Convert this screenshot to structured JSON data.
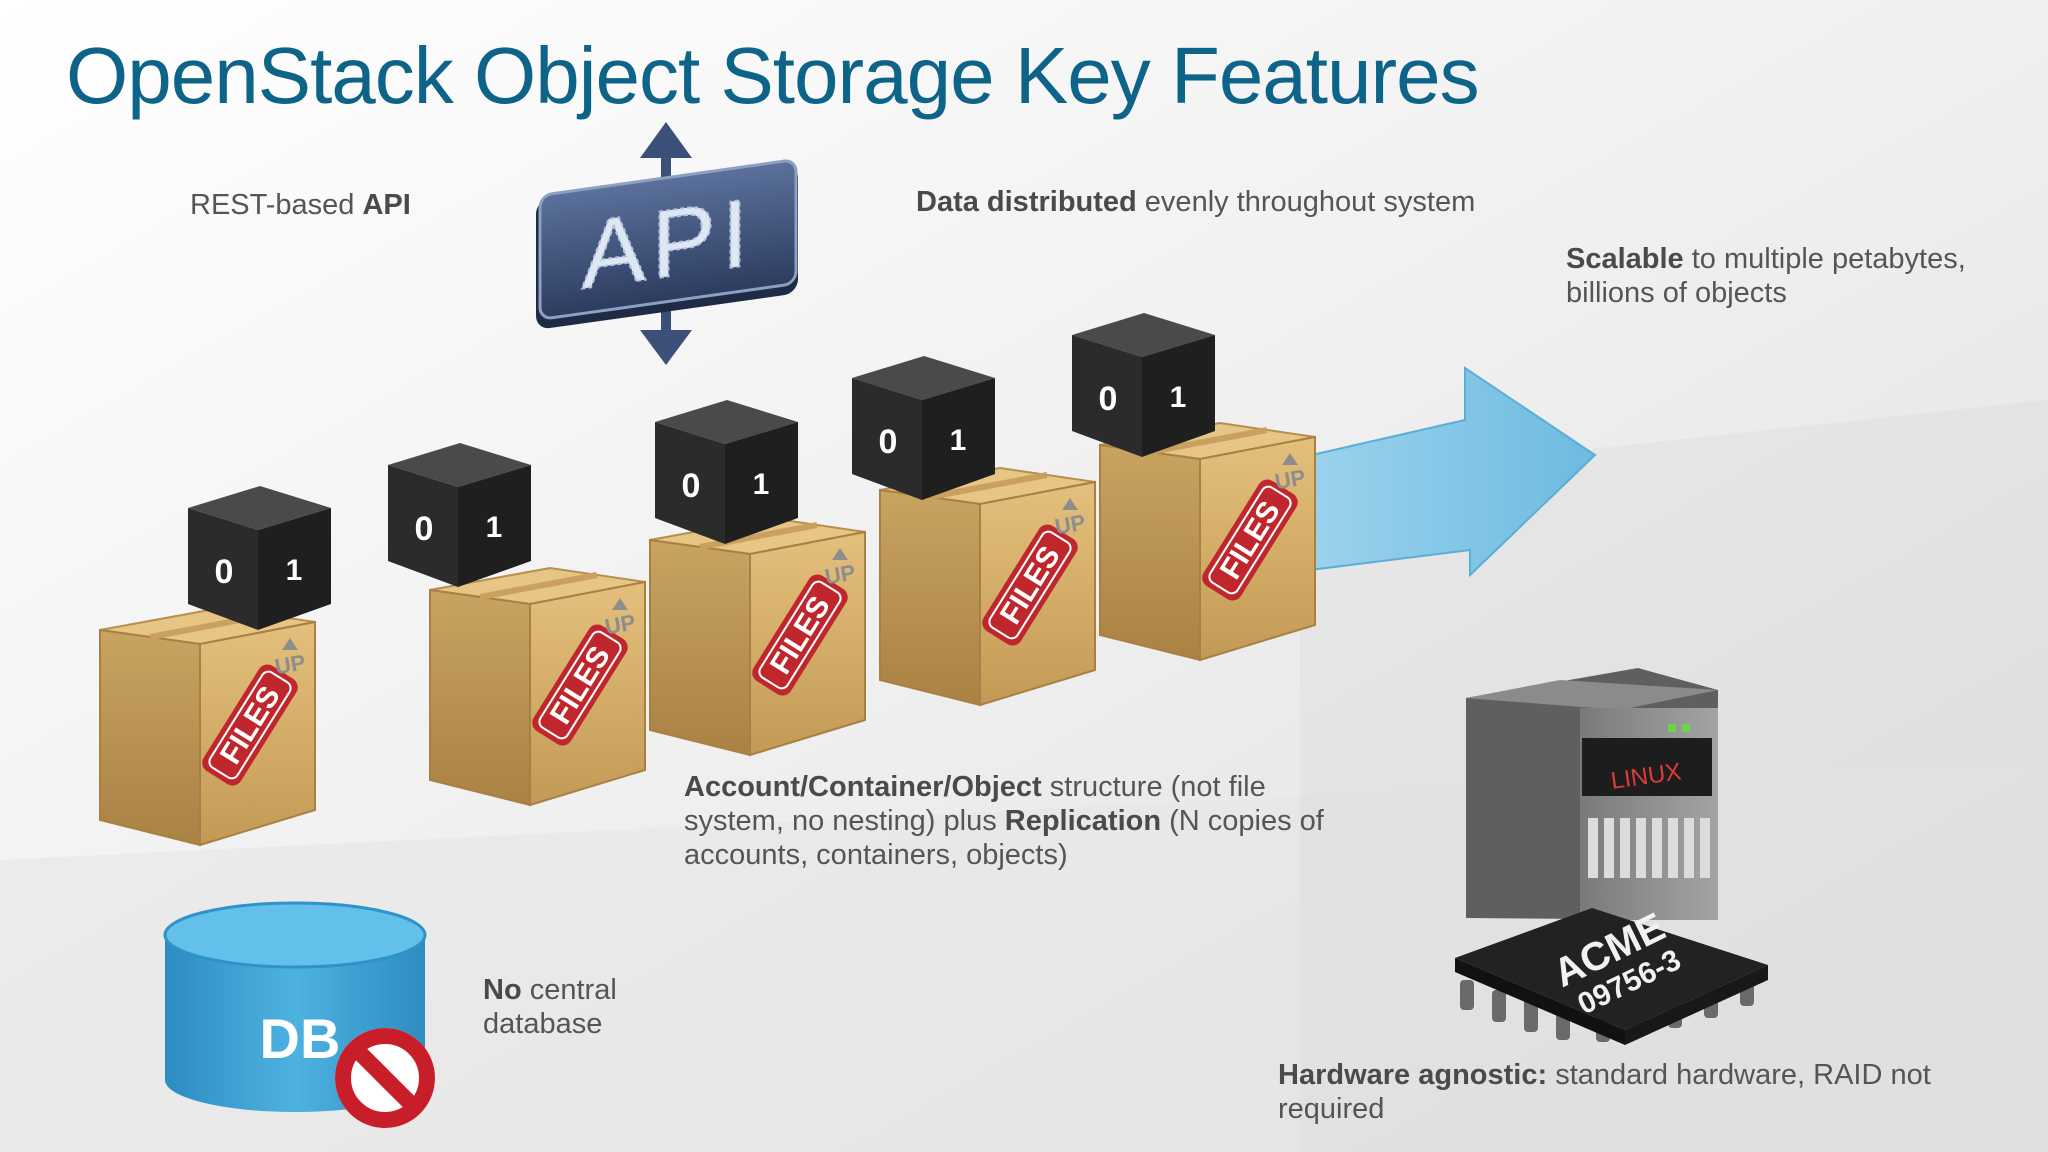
{
  "slide": {
    "title": "OpenStack Object Storage Key Features"
  },
  "features": {
    "api": {
      "text1": "REST-based ",
      "bold1": "API"
    },
    "distributed": {
      "bold1": "Data distributed",
      "text1": " evenly throughout system"
    },
    "scalable": {
      "bold1": "Scalable",
      "text1": " to multiple petabytes, billions of objects"
    },
    "structure": {
      "bold1": "Account/Container/Object",
      "text1": " structure (not file system, no nesting) plus ",
      "bold2": "Replication",
      "text2": " (N copies of accounts, containers, objects)"
    },
    "no_db": {
      "bold1": "No",
      "text1": " central database"
    },
    "hardware": {
      "bold1": "Hardware agnostic:",
      "text1": " standard hardware, RAID not required"
    }
  },
  "illustration": {
    "api_sign": "API",
    "box_label": "FILES",
    "box_marker": "UP",
    "cube_bits": [
      "0",
      "1"
    ],
    "db_label": "DB",
    "server_label": "LINUX",
    "chip_brand": "ACME",
    "chip_code": "09756-3"
  },
  "colors": {
    "title": "#0e6388",
    "box": "#d2ad6a",
    "files_label": "#c0272d",
    "cube": "#2b2b2b",
    "arrow": "#7fc3e3",
    "db": "#3ea1d2",
    "api_sign": "#3b4f78"
  }
}
